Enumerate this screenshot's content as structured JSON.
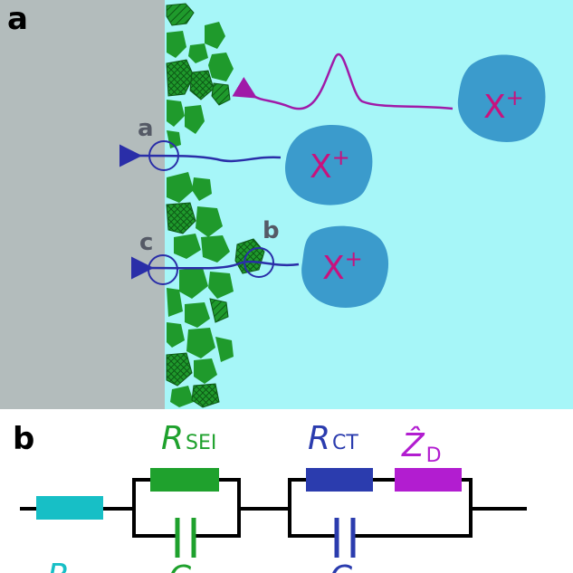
{
  "panel_a": {
    "label": "a",
    "site_labels": {
      "a": "a",
      "b": "b",
      "c": "c"
    },
    "ions": [
      {
        "symbol": "X",
        "charge": "+"
      },
      {
        "symbol": "X",
        "charge": "+"
      },
      {
        "symbol": "X",
        "charge": "+"
      }
    ]
  },
  "panel_b": {
    "label": "b",
    "elements": {
      "r_sei": {
        "main": "R",
        "sub": "SEI"
      },
      "r_ct": {
        "main": "R",
        "sub": "CT"
      },
      "z_d": {
        "main": "Ẑ",
        "sub": "D"
      },
      "r_left": {
        "main": "R",
        "sub": ""
      },
      "c_sei": {
        "main": "C",
        "sub": ""
      },
      "c_dl": {
        "main": "C",
        "sub": ""
      }
    }
  },
  "colors": {
    "electrode": "#b3bcbc",
    "electrolyte": "#a6f6f8",
    "sei_particles": "#1f9a2c",
    "ion_blob": "#3b9bcc",
    "ion_text": "#c8127e",
    "pathway_blue": "#2a2ea8",
    "pathway_purple": "#a01aa8",
    "resistor_cyan": "#17bfc6",
    "resistor_green": "#1fa12d",
    "resistor_blue": "#2b3cae",
    "resistor_purple": "#b21dd0"
  }
}
